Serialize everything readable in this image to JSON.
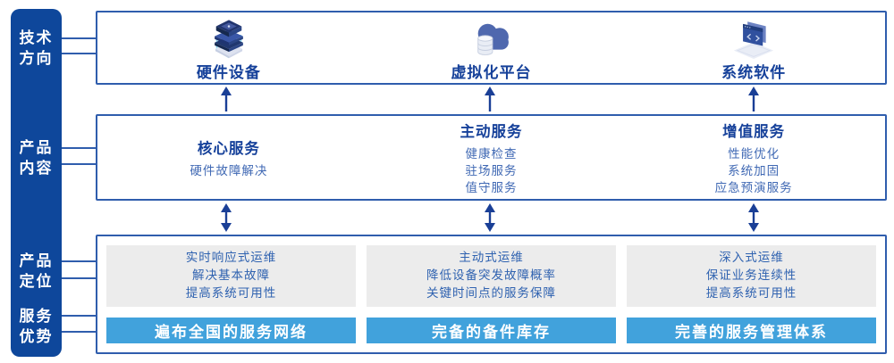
{
  "colors": {
    "sidebar_bg": "#0E479B",
    "box_border": "#2F5DAD",
    "heading_text": "#16419A",
    "body_text": "#4069B4",
    "panel_bg": "#ECECEC",
    "panel_text": "#2F62B0",
    "bar_bg": "#41A2DC",
    "bar_text": "#FFFFFF",
    "arrow": "#1A3F96"
  },
  "sidebar": {
    "items": [
      {
        "label": "技术\n方向"
      },
      {
        "label": "产品\n内容"
      },
      {
        "label": "产品\n定位"
      },
      {
        "label": "服务\n优势"
      }
    ]
  },
  "tech_row": {
    "items": [
      {
        "icon": "server-stack-icon",
        "label": "硬件设备"
      },
      {
        "icon": "cloud-database-icon",
        "label": "虚拟化平台"
      },
      {
        "icon": "code-window-icon",
        "label": "系统软件"
      }
    ]
  },
  "service_row": {
    "columns": [
      {
        "title": "核心服务",
        "items": [
          "硬件故障解决"
        ]
      },
      {
        "title": "主动服务",
        "items": [
          "健康检查",
          "驻场服务",
          "值守服务"
        ]
      },
      {
        "title": "增值服务",
        "items": [
          "性能优化",
          "系统加固",
          "应急预演服务"
        ]
      }
    ]
  },
  "positioning_row": {
    "columns": [
      {
        "lines": [
          "实时响应式运维",
          "解决基本故障",
          "提高系统可用性"
        ],
        "bar": "遍布全国的服务网络"
      },
      {
        "lines": [
          "主动式运维",
          "降低设备突发故障概率",
          "关键时间点的服务保障"
        ],
        "bar": "完备的备件库存"
      },
      {
        "lines": [
          "深入式运维",
          "保证业务连续性",
          "提高系统可用性"
        ],
        "bar": "完善的服务管理体系"
      }
    ]
  }
}
